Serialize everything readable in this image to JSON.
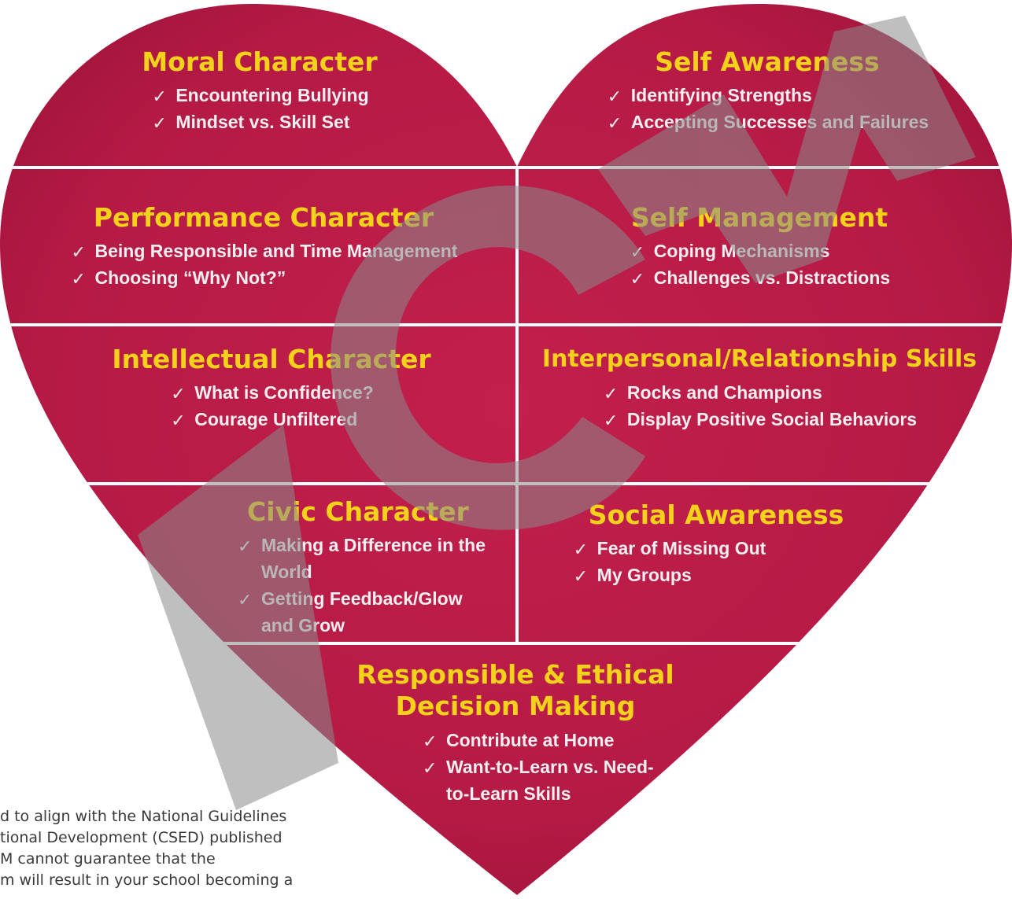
{
  "colors": {
    "heart": "#b51a45",
    "heart_dark": "#8e0f33",
    "divider": "#ffffff",
    "heading": "#f4d21c",
    "item_text": "#f3eef0",
    "watermark": "#9a9a9a"
  },
  "check_icon": "check-icon",
  "cells": [
    {
      "id": "moral",
      "title": "Moral Character",
      "items": [
        "Encountering Bullying",
        "Mindset vs. Skill Set"
      ]
    },
    {
      "id": "self-awareness",
      "title": "Self  Awareness",
      "items": [
        "Identifying Strengths",
        "Accepting Successes and  Failures"
      ]
    },
    {
      "id": "performance",
      "title": "Performance Character",
      "items": [
        "Being Responsible and Time  Management",
        "Choosing “Why Not?”"
      ]
    },
    {
      "id": "self-management",
      "title": "Self Management",
      "items": [
        "Coping Mechanisms",
        "Challenges vs. Distractions"
      ]
    },
    {
      "id": "intellectual",
      "title": "Intellectual Character",
      "items": [
        "What is Confidence?",
        "Courage Unfiltered"
      ]
    },
    {
      "id": "interpersonal",
      "title": "Interpersonal/Relationship Skills",
      "items": [
        "Rocks and Champions",
        "Display Positive Social Behaviors"
      ]
    },
    {
      "id": "civic",
      "title": "Civic Character",
      "items": [
        "Making a Difference in the World",
        "Getting Feedback/Glow and Grow"
      ]
    },
    {
      "id": "social-awareness",
      "title": "Social Awareness",
      "items": [
        "Fear of Missing Out",
        "My Groups"
      ]
    },
    {
      "id": "decision",
      "title": "Responsible & Ethical Decision Making",
      "items": [
        "Contribute at Home",
        "Want-to-Learn vs. Need-to-Learn Skills"
      ]
    }
  ],
  "footnote": {
    "line1": "d to align with the National Guidelines",
    "line2": "tional Development (CSED) published",
    "line3": "M cannot guarantee that the",
    "line4": "m will result in your school becoming a"
  }
}
